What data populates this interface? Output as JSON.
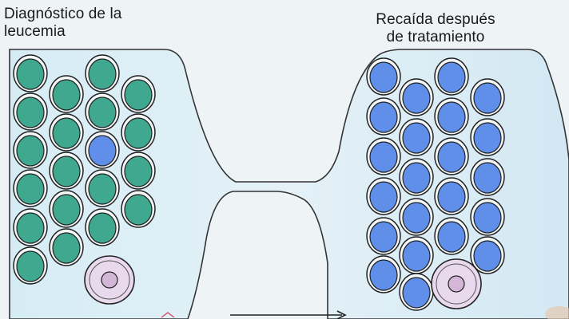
{
  "labels": {
    "diagnosis_line1": "Diagnóstico de la",
    "diagnosis_line2": "leucemia",
    "relapse_line1": "Recaída después",
    "relapse_line2": "de tratamiento"
  },
  "colors": {
    "background": "#eef3f6",
    "chamber_fill": "#cfe6f1",
    "chamber_stroke": "#333333",
    "green_cell": "#3fa88e",
    "blue_cell": "#5f8fe9",
    "stem_cell_outer": "#e9d9ec",
    "stem_cell_nucleus": "#d4b6d6",
    "arrow": "#222222"
  },
  "cells": {
    "left_panel": [
      [
        "green",
        "green",
        "green"
      ],
      [
        "green",
        "green",
        "green",
        "green"
      ],
      [
        "green",
        "green",
        "blue",
        "green"
      ],
      [
        "green",
        "green",
        "green",
        "green"
      ],
      [
        "green",
        "green",
        "green",
        "green"
      ],
      [
        "green",
        "green",
        "green"
      ]
    ],
    "right_panel_color": "blue"
  }
}
